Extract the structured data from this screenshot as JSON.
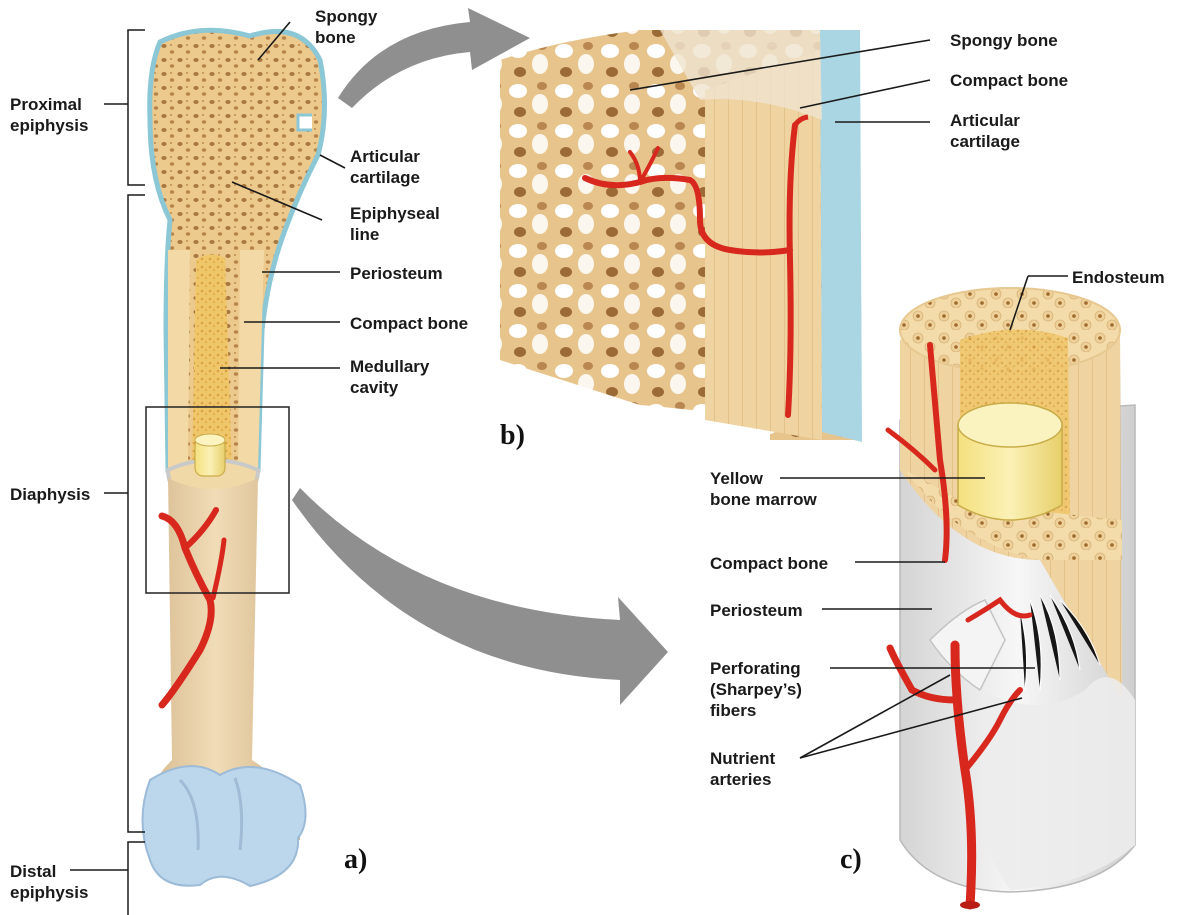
{
  "labels": {
    "spongy_bone": "Spongy\nbone",
    "proximal_epiphysis": "Proximal\nepiphysis",
    "articular_cartilage": "Articular\ncartilage",
    "epiphyseal_line": "Epiphyseal\nline",
    "periosteum": "Periosteum",
    "compact_bone": "Compact bone",
    "medullary_cavity": "Medullary\ncavity",
    "diaphysis": "Diaphysis",
    "distal_epiphysis": "Distal\nepiphysis",
    "b_spongy_bone": "Spongy bone",
    "b_compact_bone": "Compact bone",
    "b_articular_cartilage": "Articular\ncartilage",
    "endosteum": "Endosteum",
    "yellow_bone_marrow": "Yellow\nbone marrow",
    "c_compact_bone": "Compact bone",
    "c_periosteum": "Periosteum",
    "perforating_fibers": "Perforating\n(Sharpey’s)\nfibers",
    "nutrient_arteries": "Nutrient\narteries"
  },
  "panels": {
    "a": "a)",
    "b": "b)",
    "c": "c)"
  },
  "colors": {
    "bone": "#f2d9a6",
    "spongy": "#e9c48a",
    "cartilage": "#a9d6e2",
    "artery": "#d8281e",
    "periosteum_white": "#ececec",
    "arrow": "#8c8c8c"
  }
}
